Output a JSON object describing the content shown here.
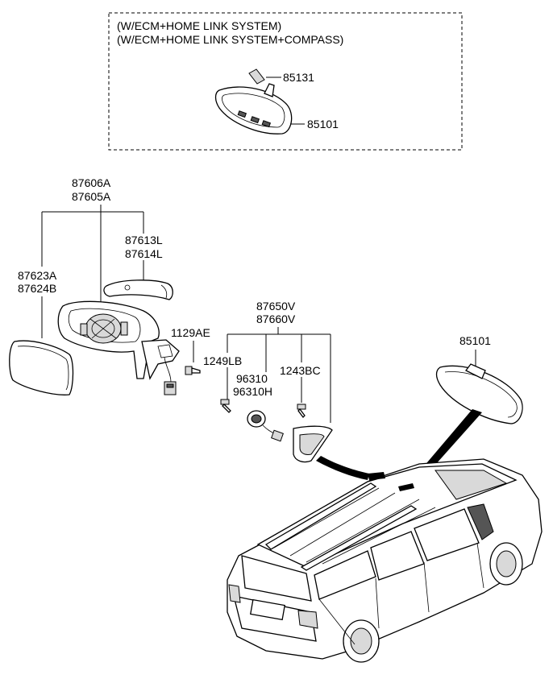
{
  "variant_box": {
    "line1": "(W/ECM+HOME LINK SYSTEM)",
    "line2": "(W/ECM+HOME LINK SYSTEM+COMPASS)",
    "part_cover": "85131",
    "part_mirror": "85101"
  },
  "outside_mirror": {
    "assembly_a": "87606A",
    "assembly_b": "87605A",
    "cover_l": "87613L",
    "cover_r": "87614L",
    "glass_a": "87623A",
    "glass_b": "87624B",
    "screw": "1129AE"
  },
  "bracket_group": {
    "cover_a": "87650V",
    "cover_b": "87660V",
    "bolt_left": "1249LB",
    "sensor_a": "96310",
    "sensor_b": "96310H",
    "bolt_right": "1243BC"
  },
  "inside_mirror": {
    "part": "85101"
  }
}
